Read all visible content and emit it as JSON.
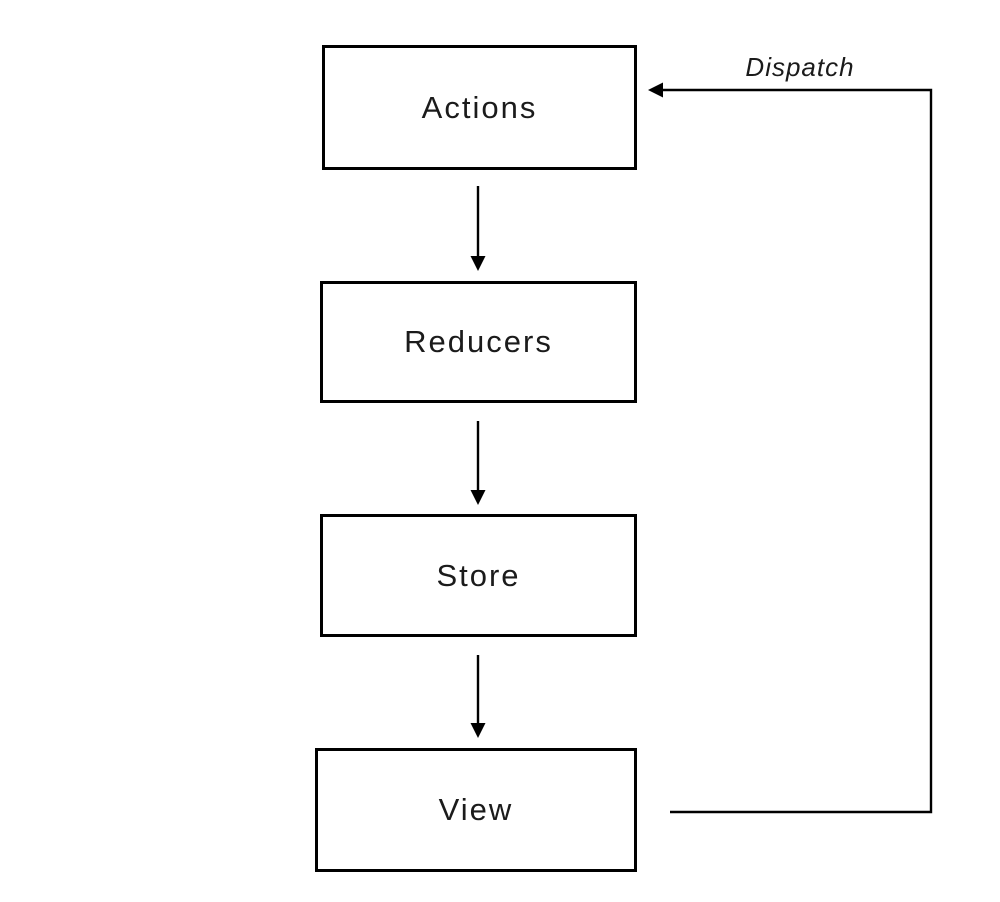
{
  "diagram": {
    "type": "flowchart",
    "background_color": "#ffffff",
    "stroke_color": "#000000",
    "text_color": "#1b1b1b",
    "nodes": [
      {
        "id": "actions",
        "label": "Actions"
      },
      {
        "id": "reducers",
        "label": "Reducers"
      },
      {
        "id": "store",
        "label": "Store"
      },
      {
        "id": "view",
        "label": "View"
      }
    ],
    "edges": [
      {
        "from": "actions",
        "to": "reducers",
        "label": ""
      },
      {
        "from": "reducers",
        "to": "store",
        "label": ""
      },
      {
        "from": "store",
        "to": "view",
        "label": ""
      },
      {
        "from": "view",
        "to": "actions",
        "label": "Dispatch"
      }
    ]
  }
}
